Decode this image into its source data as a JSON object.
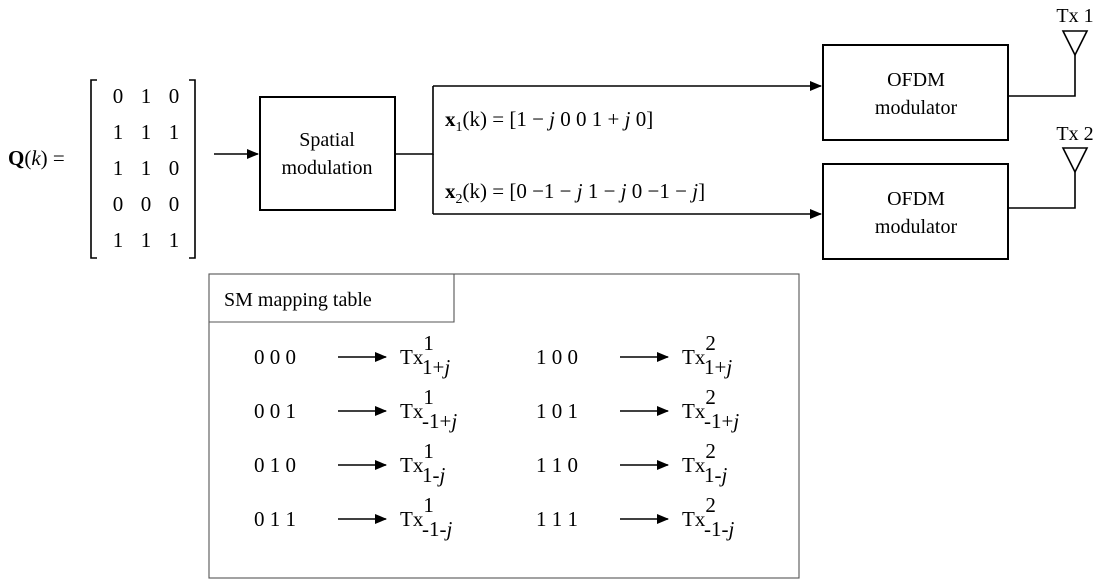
{
  "matrix": {
    "symbol": "Q",
    "arg": "(k) =",
    "rows": [
      [
        "0",
        "1",
        "0"
      ],
      [
        "1",
        "1",
        "1"
      ],
      [
        "1",
        "1",
        "0"
      ],
      [
        "0",
        "0",
        "0"
      ],
      [
        "1",
        "1",
        "1"
      ]
    ]
  },
  "blocks": {
    "spatial_line1": "Spatial",
    "spatial_line2": "modulation",
    "ofdm1_line1": "OFDM",
    "ofdm1_line2": "modulator",
    "ofdm2_line1": "OFDM",
    "ofdm2_line2": "modulator"
  },
  "antennas": {
    "tx1": "Tx 1",
    "tx2": "Tx 2"
  },
  "signals": {
    "x1": {
      "symbol": "x",
      "sub": "1",
      "arg": "(k) = [1 − j   0   0   1 + j   0]"
    },
    "x2": {
      "symbol": "x",
      "sub": "2",
      "arg": "(k) = [0  −1 − j   1 − j   0  −1 − j]"
    }
  },
  "table": {
    "title": "SM mapping table",
    "entries": [
      {
        "bits": "0 0 0",
        "base": "Tx",
        "sup": "1",
        "sub": "1+j"
      },
      {
        "bits": "0 0 1",
        "base": "Tx",
        "sup": "1",
        "sub": "-1+j"
      },
      {
        "bits": "0 1 0",
        "base": "Tx",
        "sup": "1",
        "sub": "1-j"
      },
      {
        "bits": "0 1 1",
        "base": "Tx",
        "sup": "1",
        "sub": "-1-j"
      },
      {
        "bits": "1 0 0",
        "base": "Tx",
        "sup": "2",
        "sub": "1+j"
      },
      {
        "bits": "1 0 1",
        "base": "Tx",
        "sup": "2",
        "sub": "-1+j"
      },
      {
        "bits": "1 1 0",
        "base": "Tx",
        "sup": "2",
        "sub": "1-j"
      },
      {
        "bits": "1 1 1",
        "base": "Tx",
        "sup": "2",
        "sub": "-1-j"
      }
    ]
  }
}
